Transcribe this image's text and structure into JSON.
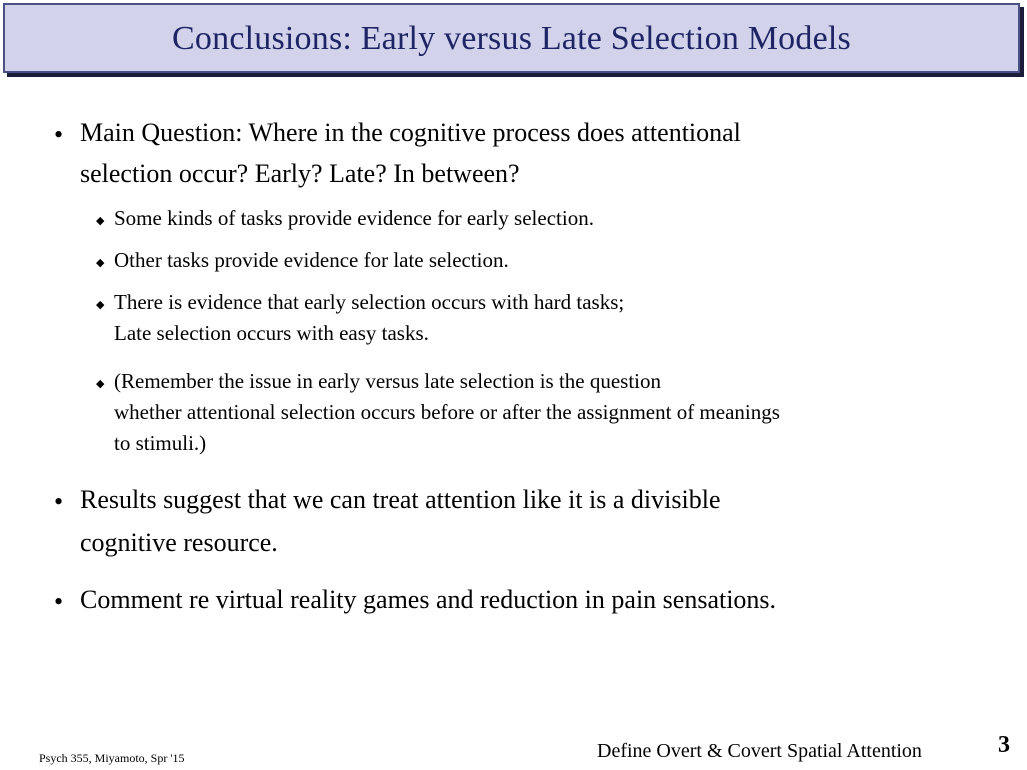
{
  "slide": {
    "title": "Conclusions:  Early versus Late Selection Models",
    "bullets": [
      {
        "lines": [
          "Main Question:   Where in the cognitive process does attentional",
          "selection occur?  Early?  Late?  In between?"
        ],
        "sub_items": [
          {
            "lines": [
              "Some kinds of tasks provide evidence for early selection."
            ]
          },
          {
            "lines": [
              "Other tasks provide evidence for late selection."
            ]
          },
          {
            "lines": [
              "There is evidence that early selection occurs with hard tasks;",
              "Late selection occurs with easy tasks."
            ]
          },
          {
            "lines": [
              "(Remember the issue in early versus late selection is the question",
              "whether attentional selection occurs before or after the assignment of meanings",
              "to stimuli.)"
            ]
          }
        ]
      },
      {
        "lines": [
          "Results suggest that we can treat attention like it is a divisible",
          "cognitive resource."
        ]
      },
      {
        "lines": [
          "Comment  re virtual reality games and reduction in pain sensations."
        ]
      }
    ],
    "main_bullet_glyph": "•",
    "sub_bullet_glyph": "◆",
    "footer": {
      "course": "Psych 355, Miyamoto, Spr '15",
      "topic": "Define Overt & Covert Spatial Attention",
      "page_number": "3"
    }
  }
}
